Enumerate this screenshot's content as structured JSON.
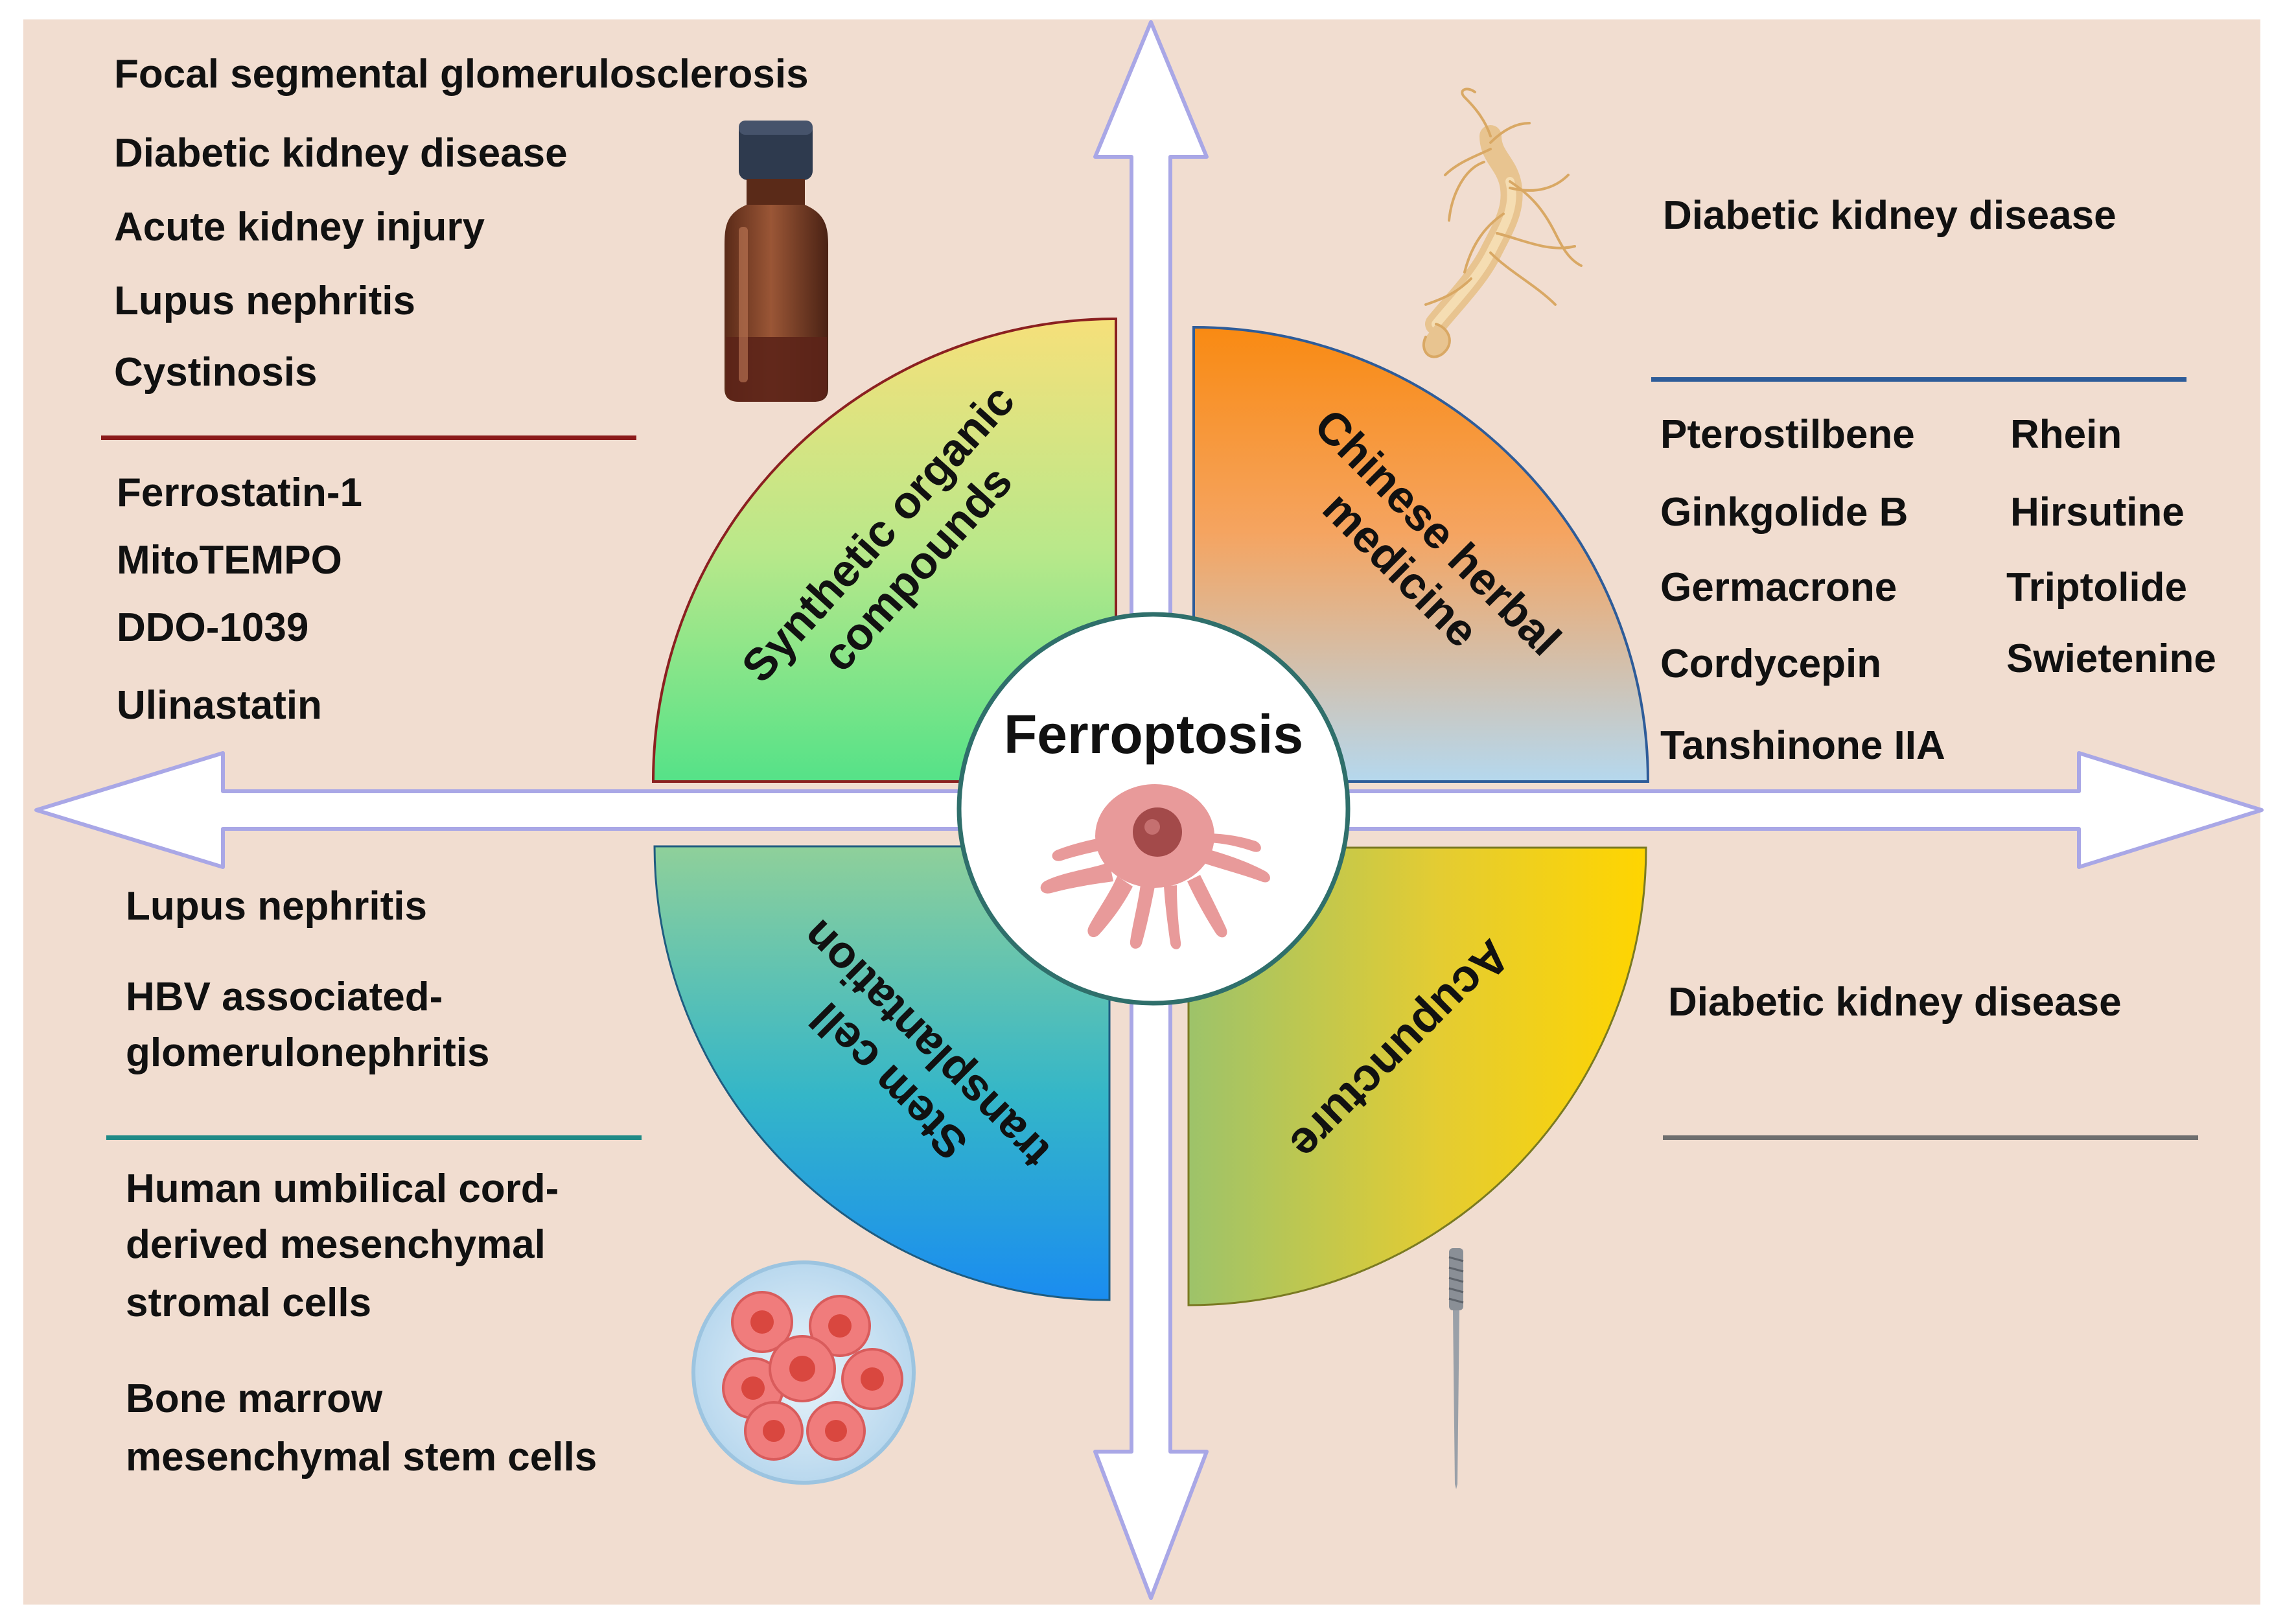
{
  "center_title": "Ferroptosis",
  "quadrants": {
    "top_left": {
      "category": [
        "Synthetic organic",
        "compounds"
      ],
      "diseases": [
        "Focal segmental glomerulosclerosis",
        "Diabetic kidney disease",
        "Acute kidney injury",
        "Lupus nephritis",
        "Cystinosis"
      ],
      "agents": [
        "Ferrostatin-1",
        "MitoTEMPO",
        "DDO-1039",
        "Ulinastatin"
      ],
      "divider_color": "#8B1A1A"
    },
    "top_right": {
      "category": [
        "Chinese herbal",
        "medicine"
      ],
      "diseases": [
        "Diabetic kidney disease"
      ],
      "agents_col1": [
        "Pterostilbene",
        "Ginkgolide B",
        "Germacrone",
        "Cordycepin",
        "Tanshinone IIA"
      ],
      "agents_col2": [
        "Rhein",
        "Hirsutine",
        "Triptolide",
        "Swietenine"
      ],
      "divider_color": "#2E5C99"
    },
    "bottom_left": {
      "category": [
        "Stem cell",
        "transplantation"
      ],
      "diseases": [
        "Lupus nephritis",
        "HBV associated-",
        "glomerulonephritis"
      ],
      "agents": [
        "Human umbilical cord-",
        "derived mesenchymal",
        "stromal cells",
        "Bone marrow",
        "mesenchymal stem cells"
      ],
      "divider_color": "#1F8A86"
    },
    "bottom_right": {
      "category": [
        "Acupuncture"
      ],
      "diseases": [
        "Diabetic kidney disease"
      ],
      "divider_color": "#6E6E6E"
    }
  },
  "colors": {
    "background": "#F1DDD0",
    "arrow_fill": "#FFFFFF",
    "arrow_stroke": "#A9A7E6",
    "center_ring": "#2F6F6B",
    "cell_color": "#E89A9A"
  },
  "icons": [
    "medicine-bottle-icon",
    "ginseng-root-icon",
    "petri-dish-cells-icon",
    "acupuncture-needle-icon",
    "ferroptotic-cell-icon"
  ]
}
